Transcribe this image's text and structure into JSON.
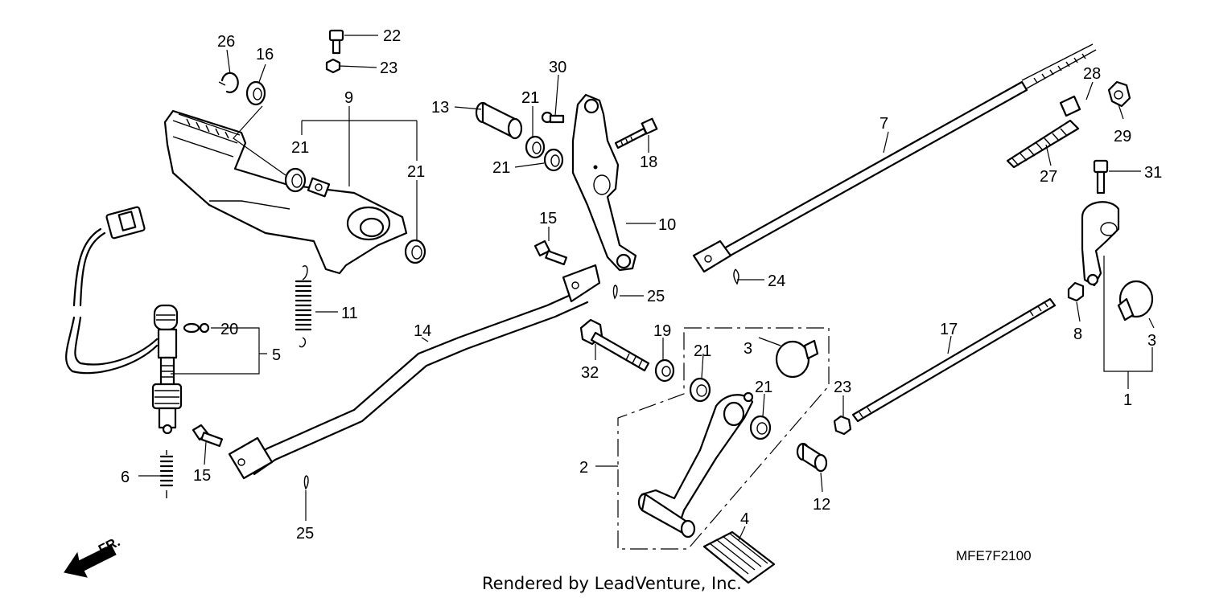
{
  "diagram": {
    "part_labels": [
      "26",
      "16",
      "22",
      "23",
      "9",
      "21",
      "21",
      "21",
      "13",
      "30",
      "21",
      "21",
      "18",
      "10",
      "15",
      "7",
      "28",
      "29",
      "27",
      "31",
      "24",
      "11",
      "20",
      "5",
      "14",
      "25",
      "19",
      "21",
      "3",
      "32",
      "21",
      "23",
      "17",
      "8",
      "3",
      "1",
      "6",
      "15",
      "2",
      "12",
      "25",
      "4"
    ],
    "arrow_label": "FR.",
    "diagram_code": "MFE7F2100",
    "credit": "Rendered by LeadVenture, Inc."
  }
}
